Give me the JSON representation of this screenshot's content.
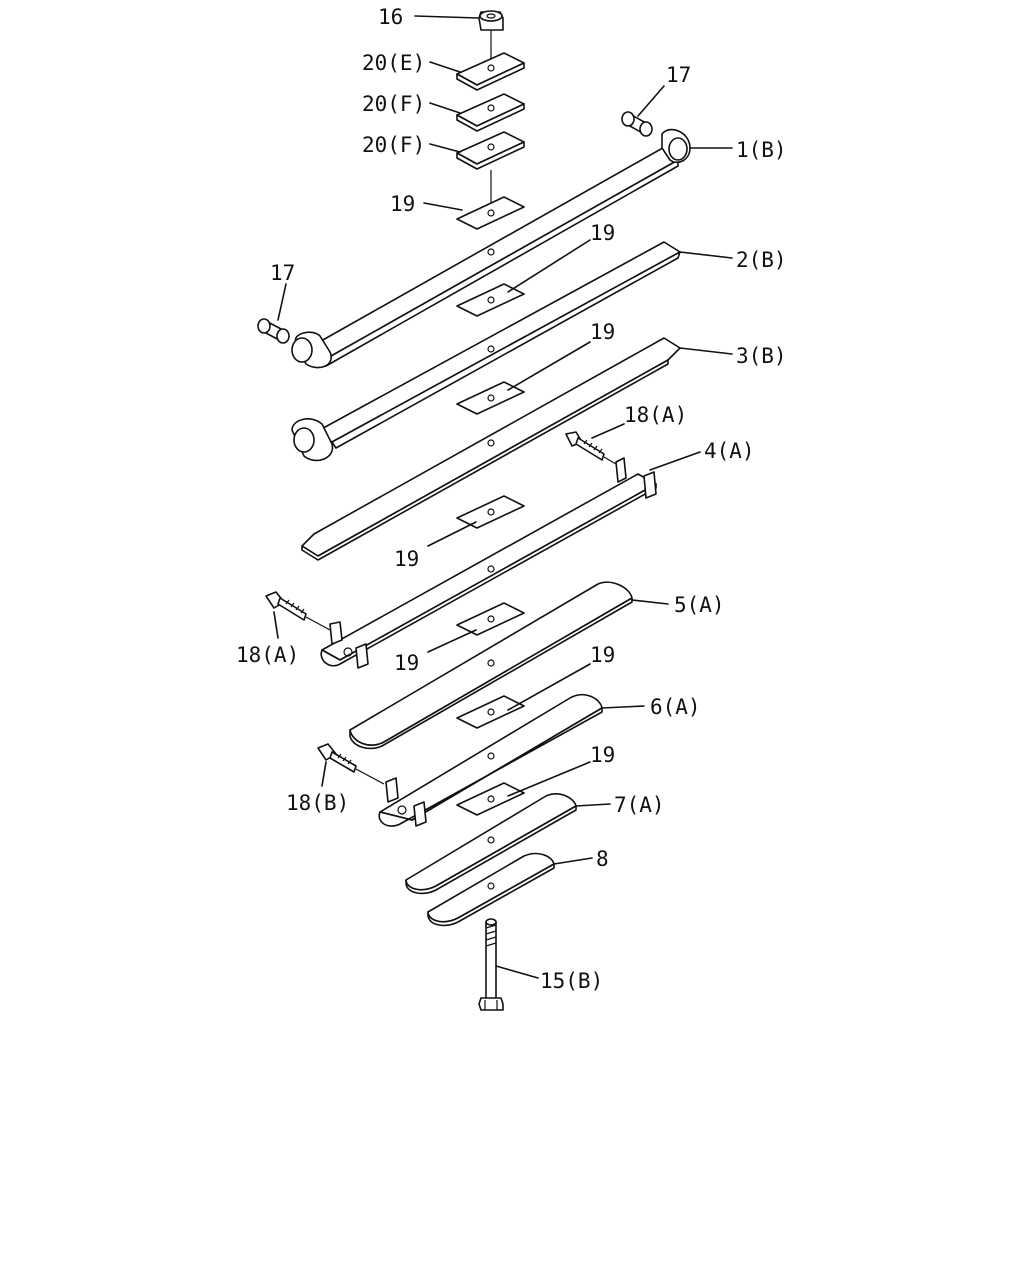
{
  "labels": {
    "p16": "16",
    "p20e": "20(E)",
    "p20f_1": "20(F)",
    "p20f_2": "20(F)",
    "p17_top": "17",
    "p1b": "1(B)",
    "p19_a": "19",
    "p17_left": "17",
    "p19_b": "19",
    "p2b": "2(B)",
    "p19_c": "19",
    "p3b": "3(B)",
    "p18a_top": "18(A)",
    "p4a": "4(A)",
    "p19_d": "19",
    "p18a_left": "18(A)",
    "p5a": "5(A)",
    "p19_e": "19",
    "p19_f": "19",
    "p6a": "6(A)",
    "p18b": "18(B)",
    "p19_g": "19",
    "p7a": "7(A)",
    "p8": "8",
    "p15b": "15(B)"
  }
}
